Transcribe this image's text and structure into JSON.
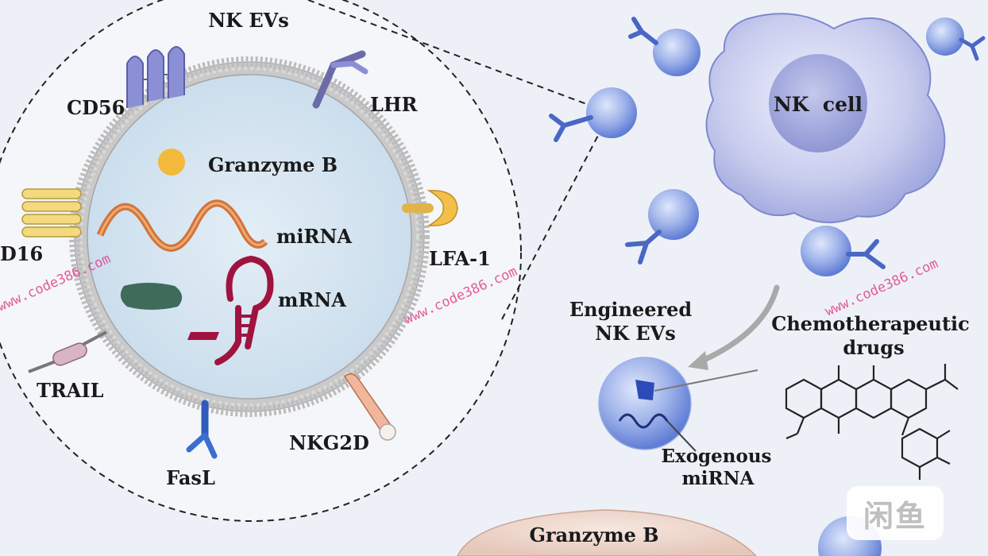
{
  "labels": {
    "nk_evs": "NK EVs",
    "cd56": "CD56",
    "lhr": "LHR",
    "granzyme_b": "Granzyme B",
    "cd16": "D16",
    "mirna": "miRNA",
    "lfa1": "LFA-1",
    "mrna": "mRNA",
    "trail": "TRAIL",
    "fasl": "FasL",
    "nkg2d": "NKG2D",
    "nk_cell": "NK  cell",
    "engineered_line1": "Engineered",
    "engineered_line2": "NK EVs",
    "chemo_line1": "Chemotherapeutic",
    "chemo_line2": "drugs",
    "exogenous_line1": "Exogenous",
    "exogenous_line2": "miRNA",
    "granzyme_b_bottom": "Granzyme B"
  },
  "watermarks": [
    "www.code386.com",
    "www.code386.com",
    "www.code386.com"
  ],
  "badge_text": "闲鱼",
  "colors": {
    "background": "#edf1f7",
    "vesicle_fill": "#cfe2ef",
    "membrane": "#bdbdbd",
    "receptor_purple": "#8b8fd6",
    "granzyme_orange": "#f2b93b",
    "mirna_orange": "#d2743a",
    "mrna_crimson": "#a0133f",
    "blob_green": "#3f6b5a",
    "nk_cell": "#b9bfe6",
    "ev_blue": "#7f9be0",
    "watermark_pink": "#e0408a"
  }
}
